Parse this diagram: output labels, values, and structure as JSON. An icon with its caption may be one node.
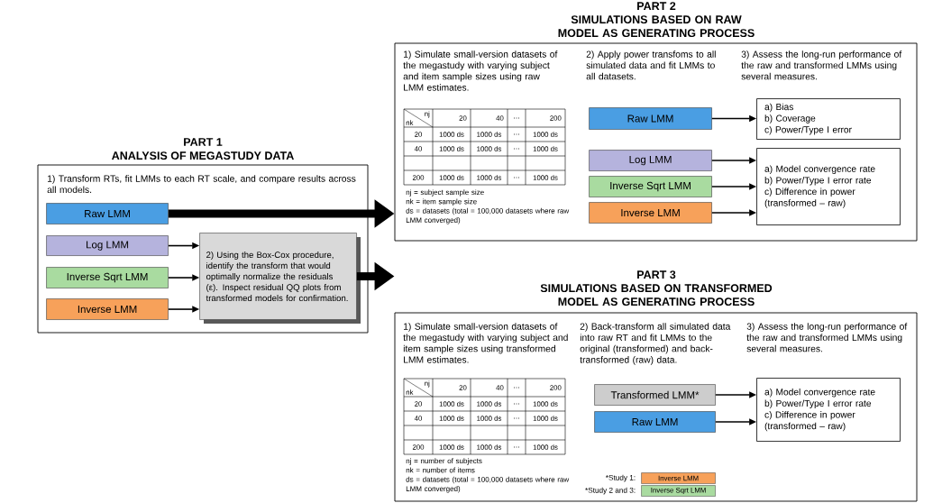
{
  "diagram": {
    "nodes": [
      {
        "text": [
          "PART 1",
          "ANALYSIS OF MEGASTUDY DATA",
          "1) Transform RTs, fit LMMs to each RT scale, and compare results across all models."
        ]
      },
      {
        "text": [
          "Raw LMM"
        ],
        "in": 0
      },
      {
        "text": [
          "Log LMM"
        ],
        "in": 0
      },
      {
        "text": [
          "Inverse Sqrt LMM"
        ],
        "in": 0
      },
      {
        "text": [
          "Inverse LMM"
        ],
        "in": 0
      },
      {
        "text": [
          "2) Using the Box-Cox procedure, identify the transform that would optimally normalize the residuals (ε). Inspect residual QQ plots from transformed models for confirmation."
        ],
        "in": 0
      },
      {
        "text": [
          "PART 2",
          "SIMULATIONS BASED ON RAW MODEL AS GENERATING PROCESS",
          "1) Simulate small-version datasets of the megastudy with varying subject and item sample sizes using raw LMM estimates.",
          "2) Apply power transfoms to all simulated data and fit LMMs to all datasets.",
          "3) Assess the long-run performance of the raw and transformed LMMs using several measures."
        ]
      },
      {
        "text": [
          "Raw LMM"
        ],
        "in": 6
      },
      {
        "text": [
          "Log LMM"
        ],
        "in": 6
      },
      {
        "text": [
          "Inverse Sqrt LMM"
        ],
        "in": 6
      },
      {
        "text": [
          "Inverse LMM"
        ],
        "in": 6
      },
      {
        "text": [
          "a) Bias",
          "b) Coverage",
          "c) Power/Type I error"
        ],
        "in": 6
      },
      {
        "text": [
          "a) Model convergence rate",
          "b) Power/Type I error rate",
          "c) Difference in power (transformed – raw)"
        ],
        "in": 6
      },
      {
        "text": [
          "PART 3",
          "SIMULATIONS BASED ON TRANSFORMED MODEL AS GENERATING PROCESS",
          "1) Simulate small-version datasets of the megastudy with varying subject and item sample sizes using transformed LMM estimates.",
          "2) Back-transform all simulated data into raw RT and fit LMMs to the original (transformed) and back-transformed (raw) data.",
          "3) Assess the long-run performance of the raw and transformed LMMs using several measures."
        ]
      },
      {
        "text": [
          "Transformed LMM*"
        ],
        "in": 13
      },
      {
        "text": [
          "Raw LMM"
        ],
        "in": 13
      },
      {
        "text": [
          "a) Model convergence rate",
          "b) Power/Type I error rate",
          "c) Difference in power (transformed – raw)"
        ],
        "in": 13
      },
      {
        "text": [
          "Inverse LMM"
        ],
        "in": 13,
        "beside": [
          "*Study 1:"
        ]
      },
      {
        "text": [
          "Inverse Sqrt LMM"
        ],
        "in": 13,
        "beside": [
          "*Study 2 and 3:"
        ]
      }
    ],
    "edges": [
      {
        "from": 1,
        "to": 6,
        "arrow": "to",
        "style": "thick"
      },
      {
        "from": 2,
        "to": 5,
        "arrow": "to"
      },
      {
        "from": 3,
        "to": 5,
        "arrow": "to"
      },
      {
        "from": 4,
        "to": 5,
        "arrow": "to"
      },
      {
        "from": 5,
        "to": 13,
        "arrow": "to",
        "style": "thick"
      },
      {
        "from": 7,
        "to": 11,
        "arrow": "to"
      },
      {
        "from": 8,
        "to": 12,
        "arrow": "to"
      },
      {
        "from": 9,
        "to": 12,
        "arrow": "to"
      },
      {
        "from": 10,
        "to": 12,
        "arrow": "to"
      },
      {
        "from": 14,
        "to": 16,
        "arrow": "to"
      },
      {
        "from": 15,
        "to": 16,
        "arrow": "to"
      }
    ],
    "labels": [
      "nj",
      "nk",
      "20",
      "40",
      "…",
      "200",
      "20",
      "1000 ds",
      "1000 ds",
      "…",
      "1000 ds",
      "40",
      "1000 ds",
      "1000 ds",
      "…",
      "1000 ds",
      "200",
      "1000 ds",
      "1000 ds",
      "…",
      "1000 ds",
      "nj = subject sample size",
      "nk = item sample size",
      "ds = datasets (total = 100,000 datasets where raw LMM converged)",
      "nj",
      "nk",
      "20",
      "40",
      "…",
      "200",
      "20",
      "1000 ds",
      "1000 ds",
      "…",
      "1000 ds",
      "40",
      "1000 ds",
      "1000 ds",
      "…",
      "1000 ds",
      "200",
      "1000 ds",
      "1000 ds",
      "…",
      "1000 ds",
      "nj = number of subjects",
      "nk = number of items",
      "ds = datasets (total = 100,000 datasets where raw LMM converged)"
    ]
  }
}
